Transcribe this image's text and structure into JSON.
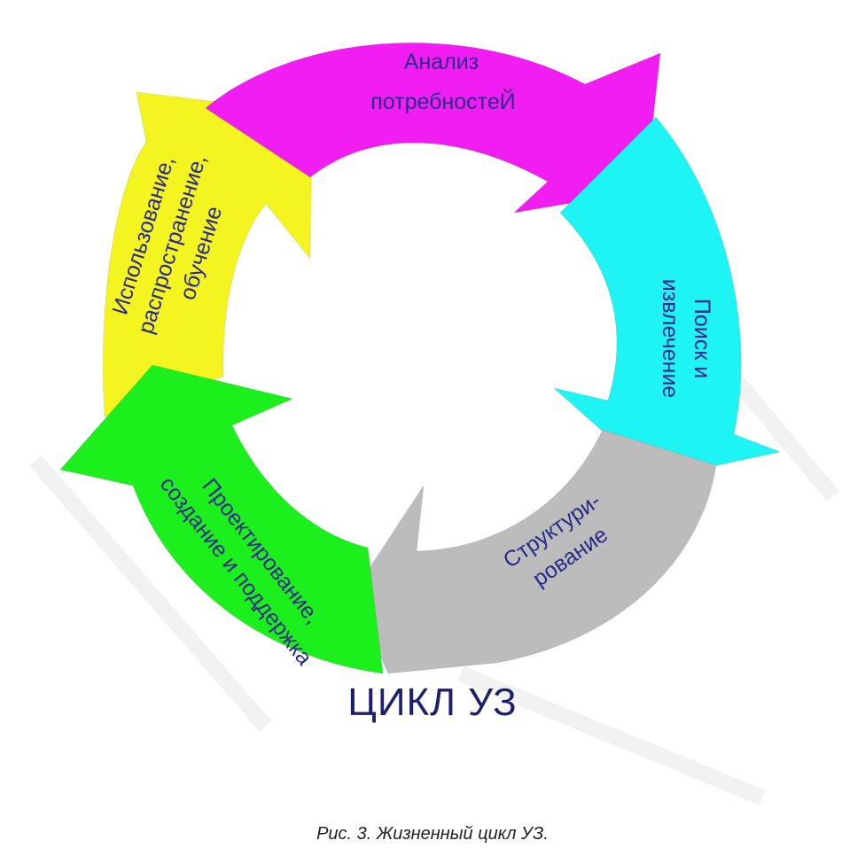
{
  "diagram": {
    "segments": [
      {
        "id": "analysis",
        "lines": [
          "Анализ",
          "потребностеЙ"
        ],
        "color": "#f21df2"
      },
      {
        "id": "search",
        "lines": [
          "Поиск и",
          "извлечение"
        ],
        "color": "#1ff4f4"
      },
      {
        "id": "structuring",
        "lines": [
          "Структури-",
          "рование"
        ],
        "color": "#bcbcbc"
      },
      {
        "id": "design",
        "lines": [
          "Проектирование,",
          "создание и поддержка"
        ],
        "color": "#1cf01c"
      },
      {
        "id": "usage",
        "lines": [
          "Использование,",
          "распространение,",
          "обучение"
        ],
        "color": "#f4f420"
      }
    ],
    "center_title": "ЦИКЛ УЗ",
    "caption": "Рис. 3. Жизненный цикл УЗ."
  }
}
